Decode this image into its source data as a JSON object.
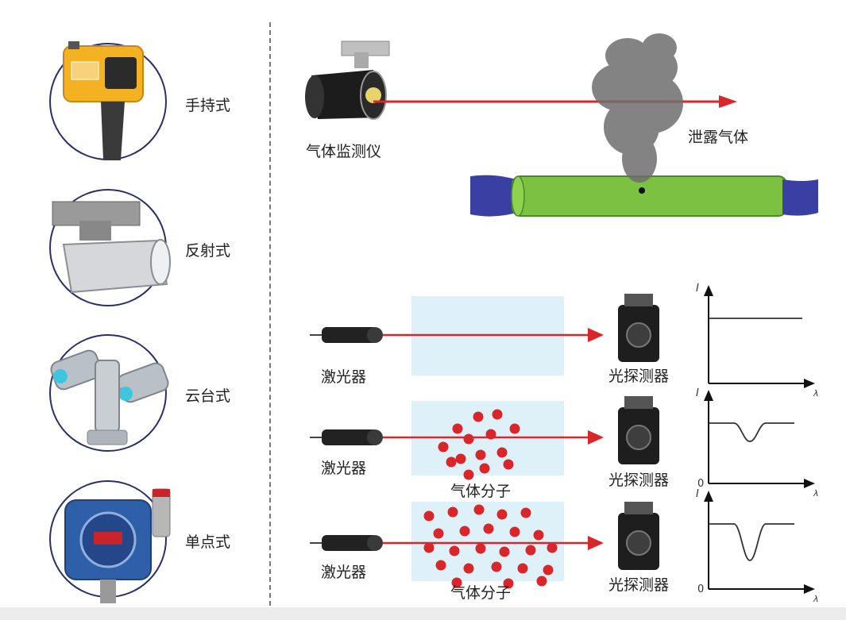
{
  "left_panel": {
    "types": [
      {
        "label": "手持式"
      },
      {
        "label": "反射式"
      },
      {
        "label": "云台式"
      },
      {
        "label": "单点式"
      }
    ]
  },
  "top_panel": {
    "monitor_label": "气体监测仪",
    "leak_label": "泄露气体"
  },
  "bottom_panel": {
    "rows": [
      {
        "source_label": "激光器",
        "detector_label": "光探测器",
        "gas_label": "",
        "axis_origin": "",
        "axis_y": "I",
        "axis_x": "λ",
        "absorption": 0
      },
      {
        "source_label": "激光器",
        "detector_label": "光探测器",
        "gas_label": "气体分子",
        "axis_origin": "0",
        "axis_y": "I",
        "axis_x": "λ",
        "absorption": 0.5
      },
      {
        "source_label": "激光器",
        "detector_label": "光探测器",
        "gas_label": "气体分子",
        "axis_origin": "0",
        "axis_y": "I",
        "axis_x": "λ",
        "absorption": 1.0
      }
    ]
  },
  "colors": {
    "beam": "#d9262b",
    "gas_panel": "#dff1f8",
    "molecule": "#d9262b",
    "pipe": "#7dc142",
    "pipe_end": "#3a3fa3",
    "circle_border": "#2a2f6b"
  }
}
